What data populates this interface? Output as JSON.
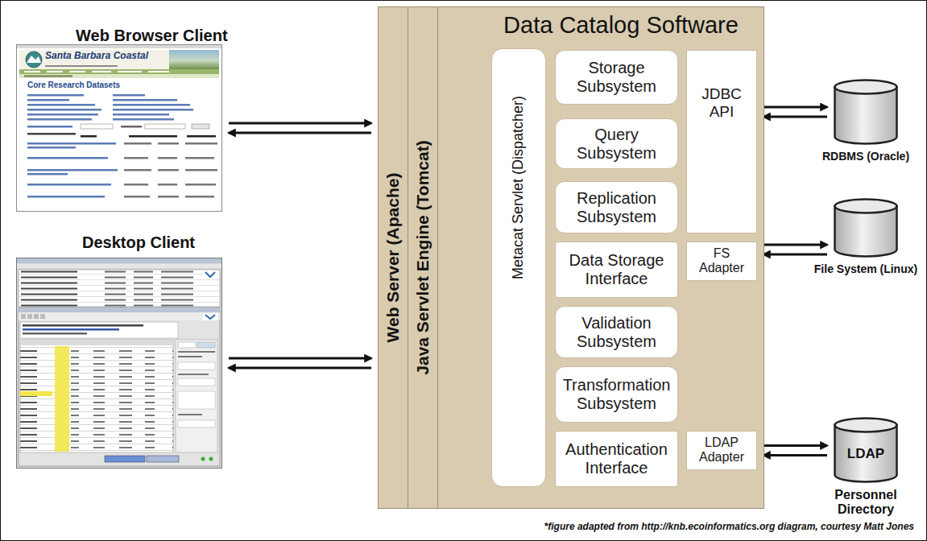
{
  "diagram": {
    "caption": "*figure adapted from http://knb.ecoinformatics.org diagram, courtesy Matt Jones",
    "nodes": [
      {
        "text": [
          "Web Browser Client"
        ]
      },
      {
        "text": [
          "Desktop Client"
        ]
      },
      {
        "text": [
          "Web Server (Apache)"
        ]
      },
      {
        "text": [
          "Java Servlet Engine (Tomcat)"
        ]
      },
      {
        "text": [
          "Data Catalog Software"
        ]
      },
      {
        "text": [
          "Metacat Servlet (Dispatcher)"
        ],
        "in": 4
      },
      {
        "text": [
          "Storage Subsystem"
        ],
        "in": 4
      },
      {
        "text": [
          "Query Subsystem"
        ],
        "in": 4
      },
      {
        "text": [
          "Replication Subsystem"
        ],
        "in": 4
      },
      {
        "text": [
          "Data Storage Interface"
        ],
        "in": 4
      },
      {
        "text": [
          "Validation Subsystem"
        ],
        "in": 4
      },
      {
        "text": [
          "Transformation Subsystem"
        ],
        "in": 4
      },
      {
        "text": [
          "Authentication Interface"
        ],
        "in": 4
      },
      {
        "text": [
          "JDBC API"
        ],
        "in": 4
      },
      {
        "text": [
          "FS Adapter"
        ],
        "in": 4
      },
      {
        "text": [
          "LDAP Adapter"
        ],
        "in": 4
      },
      {
        "text": [
          "RDBMS (Oracle)"
        ]
      },
      {
        "text": [
          "File System (Linux)"
        ]
      },
      {
        "text": [
          "LDAP",
          "Personnel Directory"
        ]
      }
    ],
    "edges": [
      {
        "from": 0,
        "to": 2,
        "arrow": "both"
      },
      {
        "from": 1,
        "to": 2,
        "arrow": "both"
      },
      {
        "from": 13,
        "to": 16,
        "arrow": "both"
      },
      {
        "from": 14,
        "to": 17,
        "arrow": "both"
      },
      {
        "from": 15,
        "to": 18,
        "arrow": "both"
      }
    ],
    "labels": [
      "Santa Barbara Coastal",
      "Core Research Datasets"
    ]
  }
}
